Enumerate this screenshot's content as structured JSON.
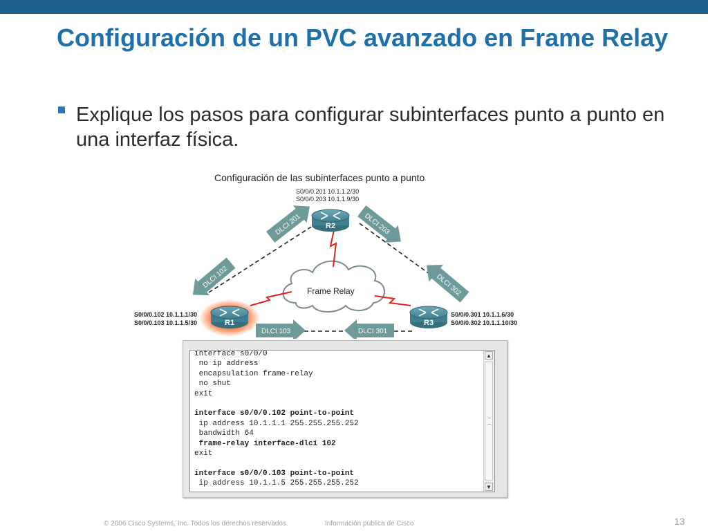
{
  "slide": {
    "title": "Configuración de un PVC avanzado en Frame Relay",
    "bullet": "Explique los pasos para configurar subinterfaces punto a punto en una interfaz física.",
    "page_number": "13"
  },
  "figure": {
    "caption": "Configuración de las subinterfaces punto a punto",
    "cloud_label": "Frame Relay",
    "r1": {
      "name": "R1",
      "if1": "S0/0/0.102 10.1.1.1/30",
      "if2": "S0/0/0.103 10.1.1.5/30"
    },
    "r2": {
      "name": "R2",
      "if1": "S0/0/0.201 10.1.1.2/30",
      "if2": "S0/0/0.203 10.1.1.9/30"
    },
    "r3": {
      "name": "R3",
      "if1": "S0/0/0.301 10.1.1.6/30",
      "if2": "S0/0/0.302 10.1.1.10/30"
    },
    "dlci": {
      "d102": "DLCI 102",
      "d103": "DLCI 103",
      "d201": "DLCI 201",
      "d203": "DLCI 203",
      "d301": "DLCI 301",
      "d302": "DLCI 302"
    },
    "colors": {
      "arrow": "#6f9a9a",
      "router": "#4b8a9c",
      "link": "#e22020",
      "glow": "#ff5a1f"
    }
  },
  "code": {
    "lines": [
      {
        "text": "interface s0/0/0",
        "bold": false
      },
      {
        "text": " no ip address",
        "bold": false
      },
      {
        "text": " encapsulation frame-relay",
        "bold": false
      },
      {
        "text": " no shut",
        "bold": false
      },
      {
        "text": "exit",
        "bold": false
      },
      {
        "text": "",
        "bold": false
      },
      {
        "text": "interface s0/0/0.102 point-to-point",
        "bold": true
      },
      {
        "text": " ip address 10.1.1.1 255.255.255.252",
        "bold": false
      },
      {
        "text": " bandwidth 64",
        "bold": false
      },
      {
        "text": " frame-relay interface-dlci 102",
        "bold": true
      },
      {
        "text": "exit",
        "bold": false
      },
      {
        "text": "",
        "bold": false
      },
      {
        "text": "interface s0/0/0.103 point-to-point",
        "bold": true
      },
      {
        "text": " ip address 10.1.1.5 255.255.255.252",
        "bold": false
      }
    ]
  },
  "footer": {
    "copyright": "© 2006 Cisco Systems, Inc. Todos los derechos reservados.",
    "classification": "Información pública de Cisco"
  }
}
